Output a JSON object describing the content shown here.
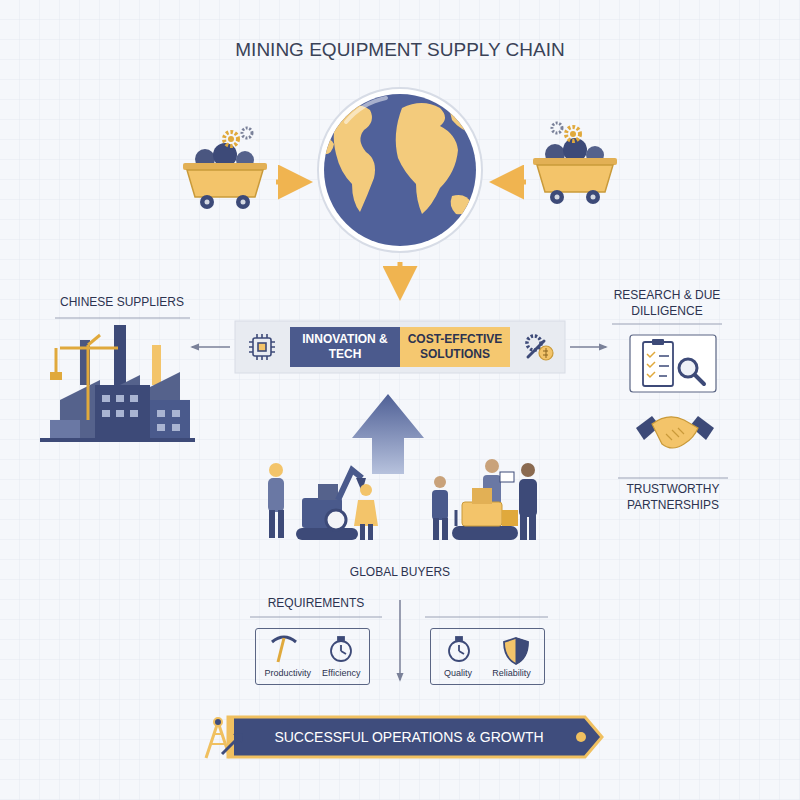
{
  "diagram": {
    "title": "MINING EQUIPMENT SUPPLY CHAIN",
    "nodes": [
      {
        "text": [
          "INNOVATION & TECH"
        ]
      },
      {
        "text": [
          "COST-EFFCTIVE SOLUTIONS"
        ]
      },
      {
        "text": [
          "Productivity",
          "Efficiency"
        ]
      },
      {
        "text": [
          "Quality",
          "Reliability"
        ]
      },
      {
        "text": [
          "SUCCESSFUL OPERATIONS & GROWTH"
        ]
      }
    ],
    "labels": [
      "CHINESE SUPPLIERS",
      "RESEARCH & DUE DILLIGENCE",
      "TRUSTWORTHY PARTNERSHIPS",
      "GLOBAL BUYERS",
      "REQUIREMENTS"
    ]
  }
}
